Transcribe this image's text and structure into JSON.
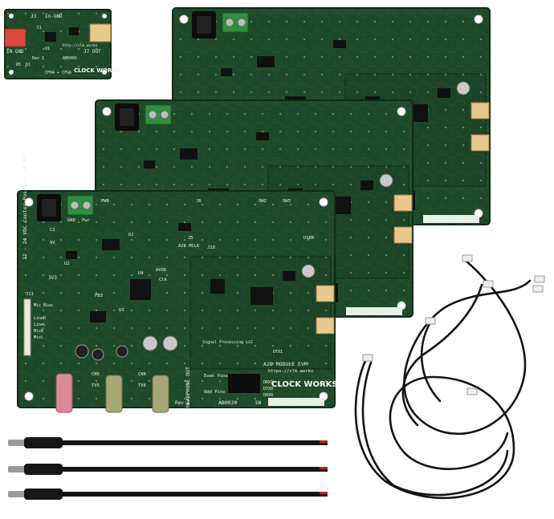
{
  "photo": {
    "colors": {
      "background": "#ffffff",
      "pcb": "#1f4a2a",
      "pcb_dark": "#163a20",
      "pcb_edge": "#0f2a17",
      "silkscreen": "#e8efe6",
      "jack_pink": "#d98a96",
      "jack_olive": "#a7a774",
      "terminal_green": "#2f8f3f",
      "cable": "#141414",
      "wire_red": "#c81e1e"
    },
    "small_board": {
      "labels": [
        "J3",
        "In-GND",
        "IN GND",
        "J7 OUT",
        "http://clk.works",
        "AB0401",
        "CF04 + CFG6",
        "R5",
        "D1",
        "C1",
        "U1",
        "Rev 1"
      ],
      "logo": "CLOCK WORKS"
    },
    "main_board": {
      "power_label": "12 - 24 VDC Center Positive 1A MAX",
      "labels": [
        "GND",
        "Pwr",
        "PWR",
        "9V",
        "3V3",
        "A2B MCLK",
        "AVDD",
        "Clk",
        "HEADPHONE OUT",
        "LineR",
        "LineL",
        "Mic Bias",
        "MicR",
        "MicL",
        "SW2",
        "SW3",
        "USER",
        "Even Pins",
        "Odd Pins",
        "Rev 1",
        "AB0020",
        "SN",
        "A2B MODULE EVM",
        "https://clk.works",
        "Signal Processing LLC",
        "DTX1",
        "DRX1",
        "DTX0",
        "DRX0",
        "J5",
        "J6",
        "J10",
        "J11",
        "U2",
        "U3",
        "U4",
        "C2",
        "D2",
        "FB3",
        "CN5",
        "CN6",
        "TV5",
        "TV6"
      ],
      "logo": "CLOCK WORKS"
    },
    "dc_cables": {
      "count": 3
    },
    "harness_cables": {
      "count": 2
    }
  }
}
